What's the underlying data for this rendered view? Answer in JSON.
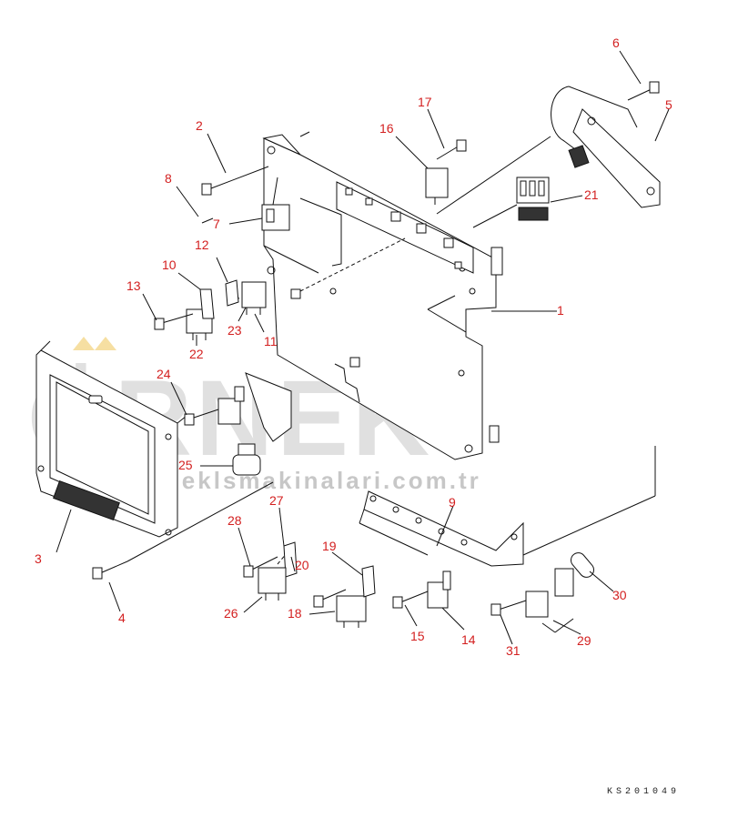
{
  "diagram": {
    "drawing_code": "KS201049",
    "watermark": {
      "word": "ÖRNEK",
      "url": "www.orneklsmakinalari.com.tr"
    },
    "callouts": [
      "1",
      "2",
      "3",
      "4",
      "5",
      "6",
      "7",
      "8",
      "9",
      "10",
      "11",
      "12",
      "13",
      "14",
      "15",
      "16",
      "17",
      "18",
      "19",
      "20",
      "21",
      "22",
      "23",
      "24",
      "25",
      "26",
      "27",
      "28",
      "29",
      "30",
      "31"
    ],
    "colors": {
      "callout": "#d32020",
      "line": "#111111",
      "watermark": "#c8c8c8",
      "watermark_accent": "#f2d27a"
    }
  }
}
